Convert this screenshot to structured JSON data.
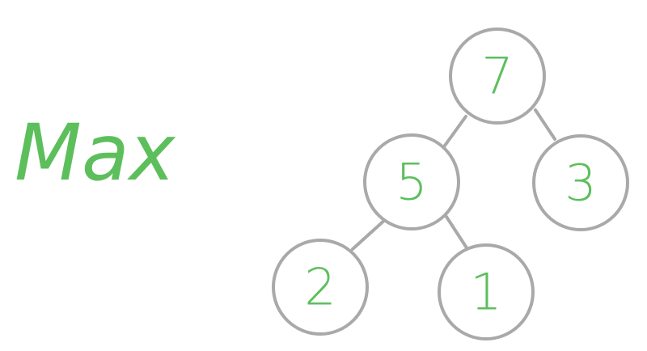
{
  "title": "Max",
  "colors": {
    "ink": "#5cbf5c",
    "node_stroke": "#a9a9a9",
    "background": "#ffffff"
  },
  "tree": {
    "root": {
      "value": "7"
    },
    "root_left": {
      "value": "5"
    },
    "root_right": {
      "value": "3"
    },
    "left_left": {
      "value": "2"
    },
    "left_right": {
      "value": "1"
    }
  }
}
